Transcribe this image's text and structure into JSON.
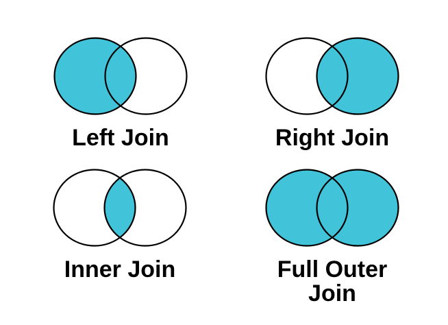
{
  "colors": {
    "fill_accent": "#41C3D9",
    "circle_stroke": "#000000",
    "empty_fill": "#FFFFFF",
    "background": "#FFFFFF",
    "label_text": "#000000"
  },
  "diagrams": [
    {
      "id": "left-join",
      "label": "Left Join",
      "left_filled": true,
      "right_filled": false,
      "intersection_filled": true
    },
    {
      "id": "right-join",
      "label": "Right Join",
      "left_filled": false,
      "right_filled": true,
      "intersection_filled": true
    },
    {
      "id": "inner-join",
      "label": "Inner Join",
      "left_filled": false,
      "right_filled": false,
      "intersection_filled": true
    },
    {
      "id": "full-outer-join",
      "label": "Full Outer Join",
      "left_filled": true,
      "right_filled": true,
      "intersection_filled": true
    }
  ]
}
